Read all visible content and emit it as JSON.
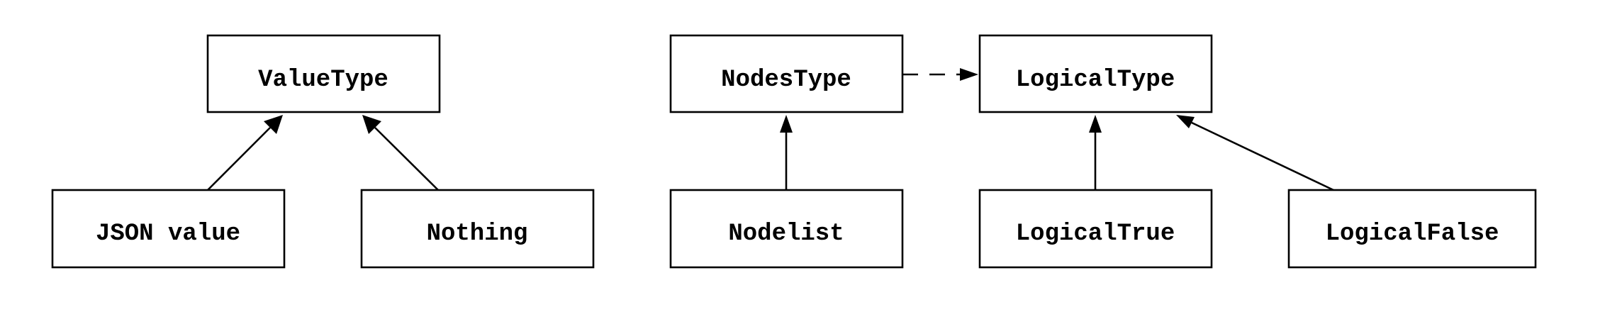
{
  "nodes": {
    "value_type": "ValueType",
    "json_value": "JSON value",
    "nothing": "Nothing",
    "nodes_type": "NodesType",
    "nodelist": "Nodelist",
    "logical_type": "LogicalType",
    "logical_true": "LogicalTrue",
    "logical_false": "LogicalFalse"
  },
  "edges": [
    {
      "from": "json_value",
      "to": "value_type",
      "style": "solid"
    },
    {
      "from": "nothing",
      "to": "value_type",
      "style": "solid"
    },
    {
      "from": "nodelist",
      "to": "nodes_type",
      "style": "solid"
    },
    {
      "from": "nodes_type",
      "to": "logical_type",
      "style": "dashed"
    },
    {
      "from": "logical_true",
      "to": "logical_type",
      "style": "solid"
    },
    {
      "from": "logical_false",
      "to": "logical_type",
      "style": "solid"
    }
  ],
  "colors": {
    "stroke": "#000000",
    "fill": "#ffffff",
    "text": "#000000"
  }
}
